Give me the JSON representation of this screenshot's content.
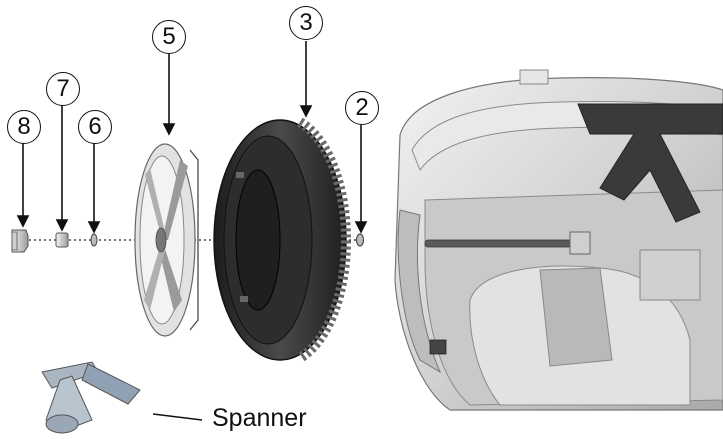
{
  "callouts": [
    {
      "id": "8",
      "label": "8"
    },
    {
      "id": "7",
      "label": "7"
    },
    {
      "id": "6",
      "label": "6"
    },
    {
      "id": "5",
      "label": "5"
    },
    {
      "id": "3",
      "label": "3"
    },
    {
      "id": "2",
      "label": "2"
    }
  ],
  "tool": {
    "label": "Spanner"
  },
  "colors": {
    "line": "#111111",
    "tyre": "#2a2a2a",
    "body": "#d7d7d7",
    "frame": "#3a3a3a"
  }
}
